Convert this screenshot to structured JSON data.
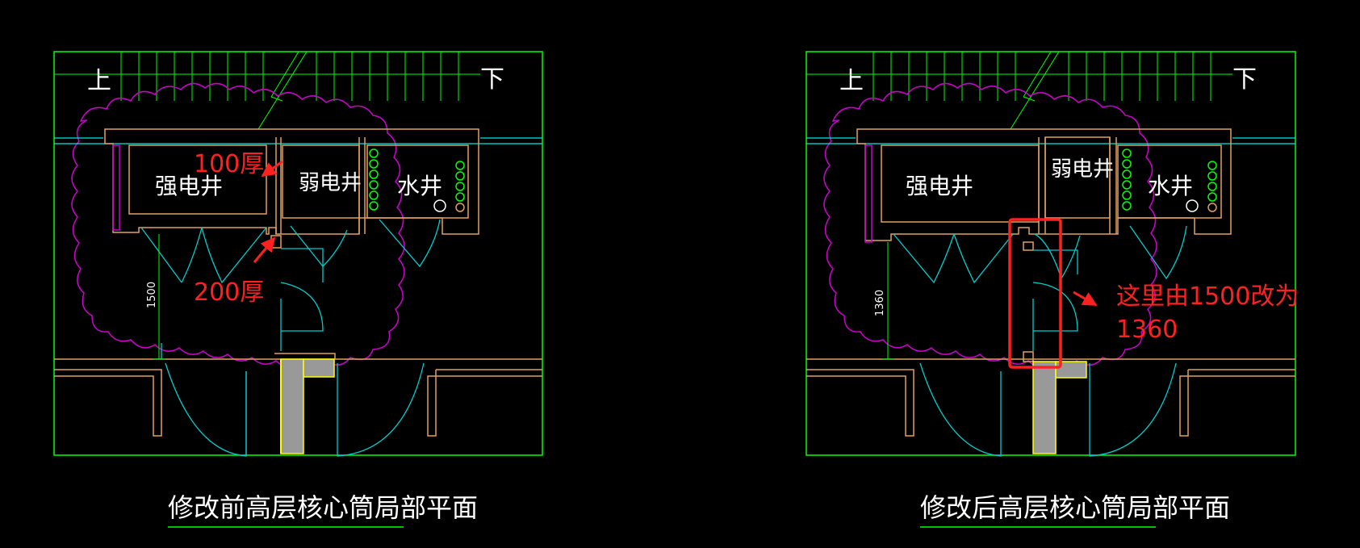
{
  "colors": {
    "background": "#000000",
    "frame": "#00ff00",
    "wall": "#e0a060",
    "cloud": "#cc00cc",
    "door": "#00cccc",
    "highlight_line": "#00e5e5",
    "fill": "#999999",
    "column_outline": "#ffff00",
    "pipe": "#00ff00",
    "text": "#ffffff",
    "annotation": "#ff2020"
  },
  "left_plan": {
    "stair_up": "上",
    "stair_down": "下",
    "rooms": {
      "strong_shaft": "强电井",
      "weak_shaft": "弱电井",
      "water_shaft": "水井"
    },
    "dimension": "1500",
    "caption": "修改前高层核心筒局部平面",
    "annotations": {
      "thickness_100": "100厚",
      "thickness_200": "200厚"
    }
  },
  "right_plan": {
    "stair_up": "上",
    "stair_down": "下",
    "rooms": {
      "strong_shaft": "强电井",
      "weak_shaft": "弱电井",
      "water_shaft": "水井"
    },
    "dimension": "1360",
    "caption": "修改后高层核心筒局部平面",
    "annotation_line1": "这里由1500改为",
    "annotation_line2": "1360"
  }
}
